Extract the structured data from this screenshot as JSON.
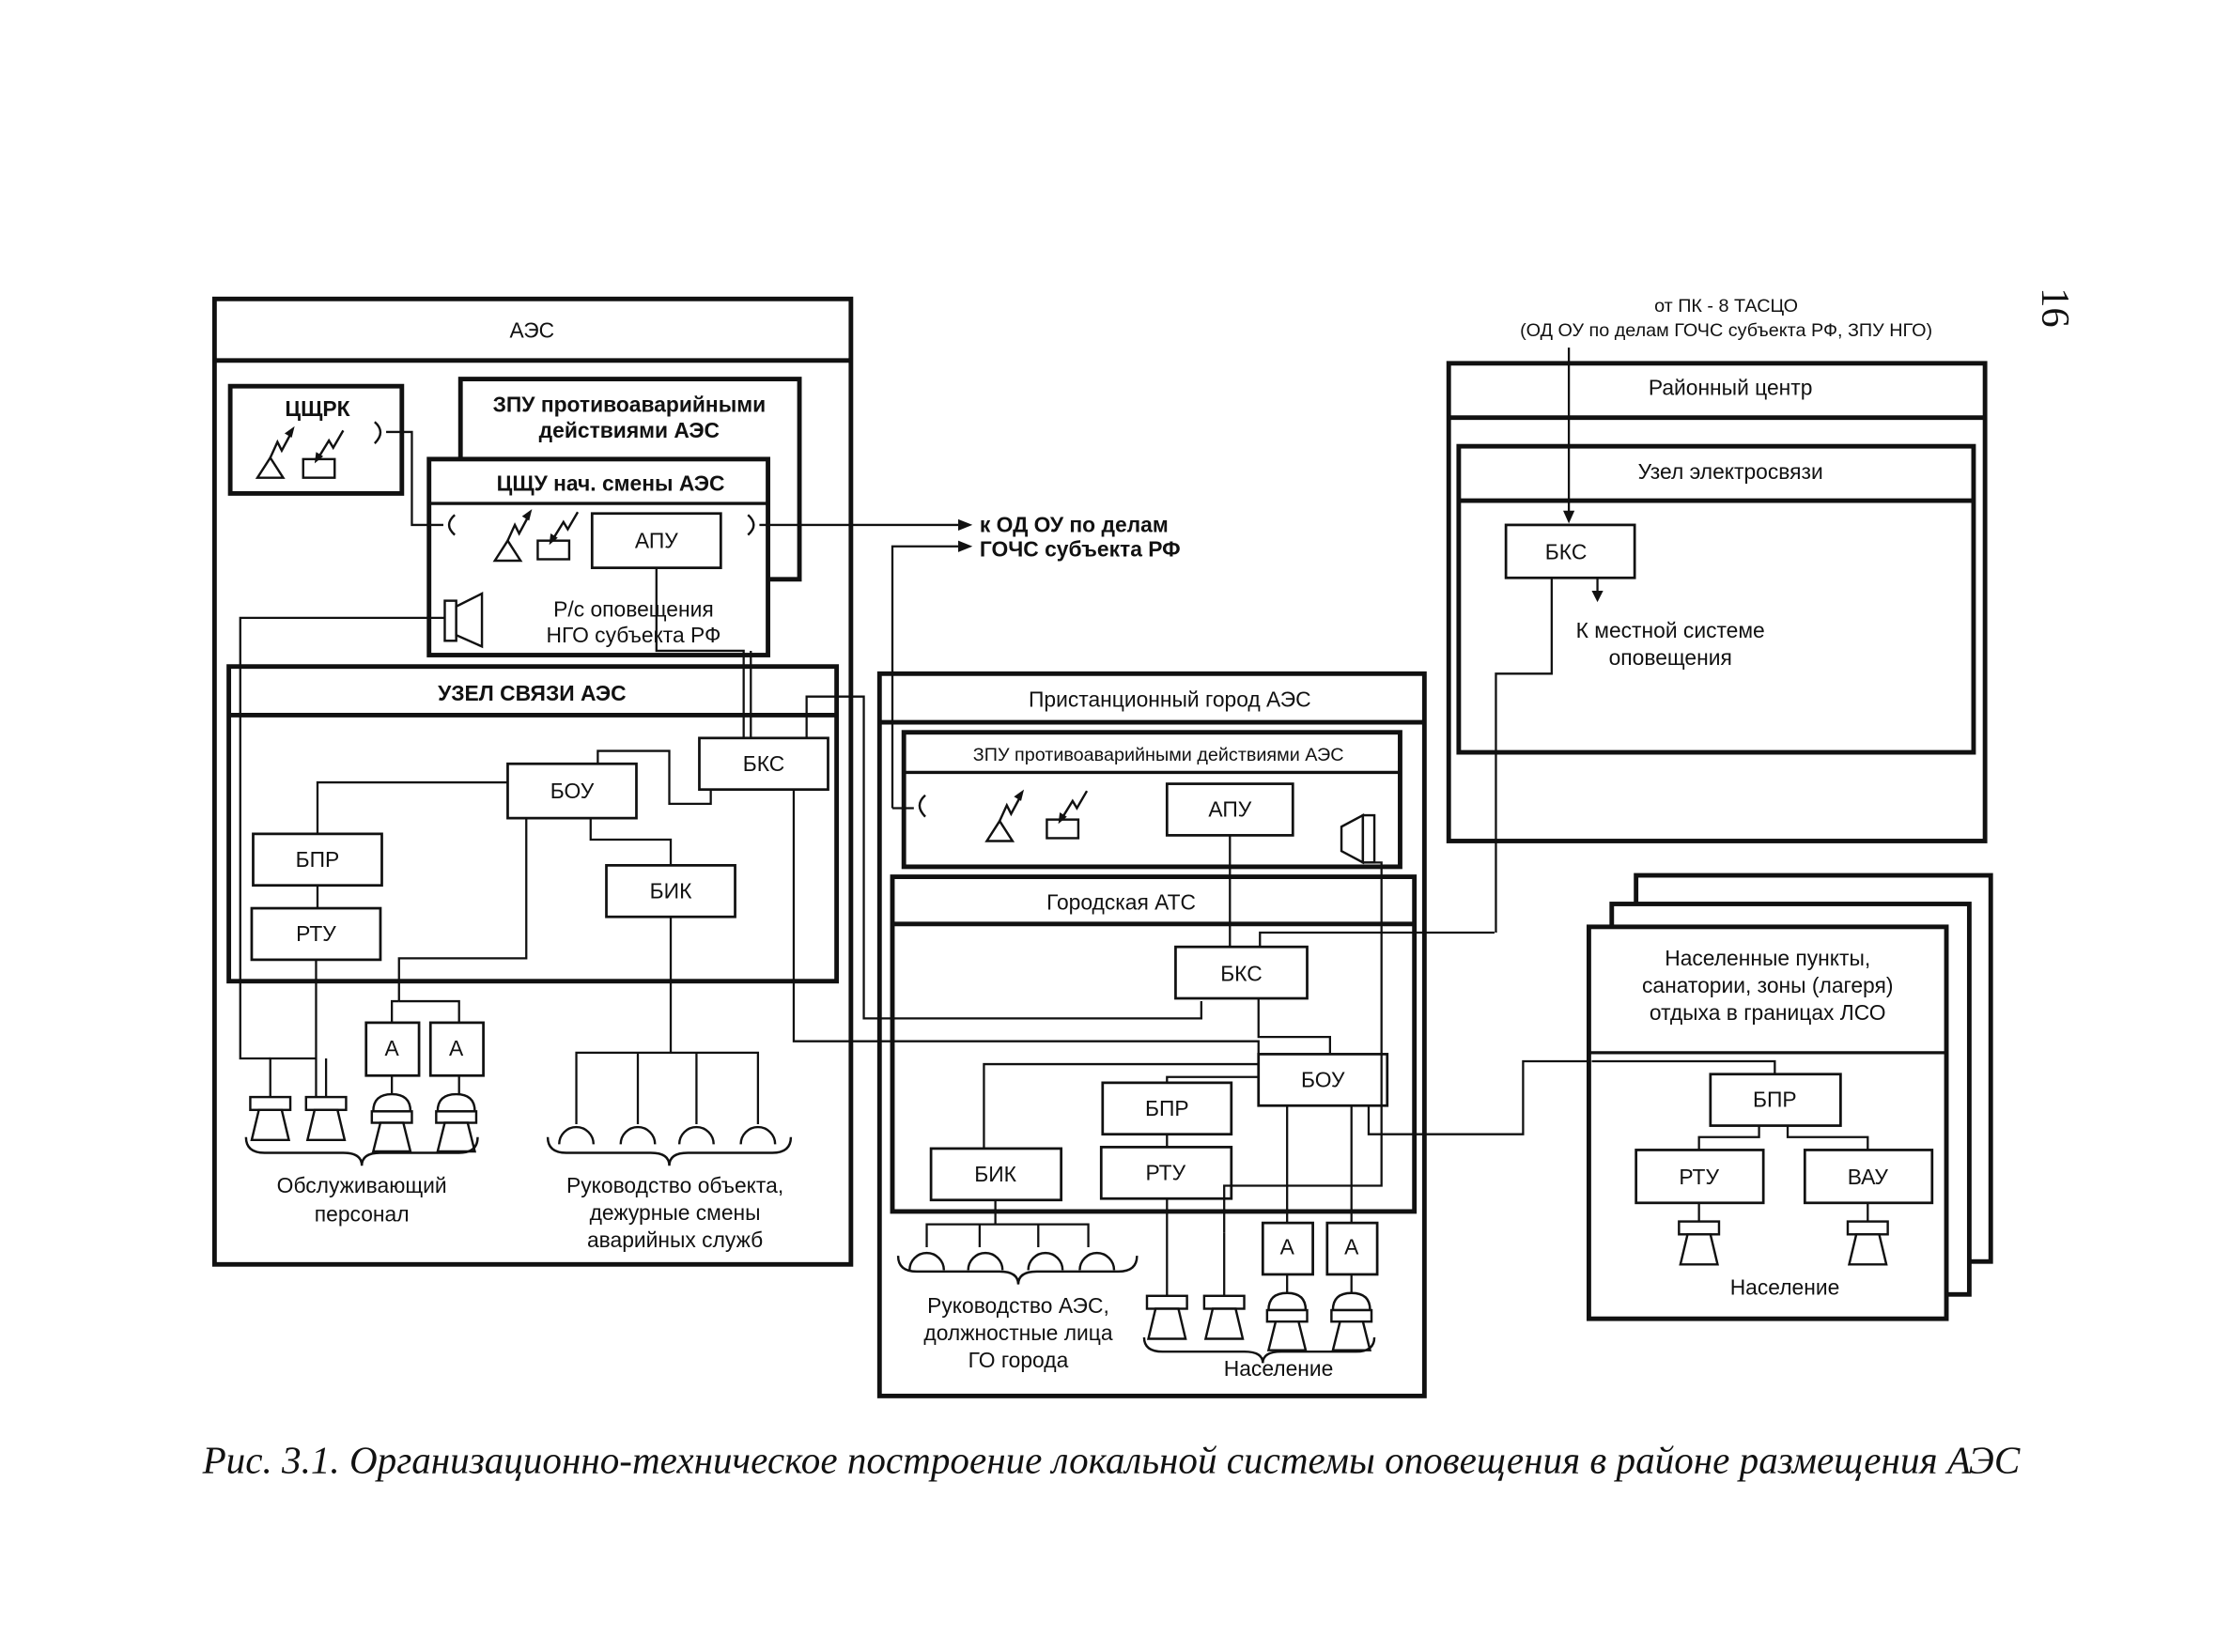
{
  "page_number": "16",
  "caption": "Рис. 3.1. Организационно-техническое построение локальной системы оповещения в районе размещения АЭС",
  "aes": {
    "title": "АЭС",
    "cshrk": {
      "title": "ЦЩРК"
    },
    "zpu": {
      "title_line1": "ЗПУ противоаварийными",
      "title_line2": "действиями АЭС"
    },
    "cshu": {
      "title": "ЦЩУ нач. смены АЭС",
      "apu": "АПУ",
      "rs_line1": "Р/с оповещения",
      "rs_line2": "НГО субъекта РФ"
    },
    "uzel": {
      "title": "УЗЕЛ  СВЯЗИ АЭС",
      "bks": "БКС",
      "bou": "БОУ",
      "bpr": "БПР",
      "rtu": "РТУ",
      "bik": "БИК"
    },
    "amp_label": "А",
    "group_staff_line1": "Обслуживающий",
    "group_staff_line2": "персонал",
    "group_mgmt_line1": "Руководство объекта,",
    "group_mgmt_line2": "дежурные смены",
    "group_mgmt_line3": "аварийных служб"
  },
  "external_link": {
    "line1": "к ОД ОУ по делам",
    "line2": "ГОЧС субъекта РФ"
  },
  "town": {
    "title": "Пристанционный город АЭС",
    "zpu": {
      "title": "ЗПУ противоаварийными  действиями АЭС",
      "apu": "АПУ"
    },
    "ats": {
      "title": "Городская АТС",
      "bks": "БКС",
      "bou": "БОУ",
      "bpr": "БПР",
      "rtu": "РТУ",
      "bik": "БИК"
    },
    "amp_label": "А",
    "group_mgmt_line1": "Руководство АЭС,",
    "group_mgmt_line2": "должностные лица",
    "group_mgmt_line3": "ГО города",
    "group_pop": "Население"
  },
  "source": {
    "line1": "от  ПК - 8 ТАСЦО",
    "line2": "(ОД ОУ по делам ГОЧС субъекта РФ, ЗПУ НГО)"
  },
  "district": {
    "title": "Районный центр",
    "node": {
      "title": "Узел электросвязи",
      "bks": "БКС"
    },
    "local_line1": "К местной системе",
    "local_line2": "оповещения"
  },
  "settlements": {
    "title_line1": "Населенные пункты,",
    "title_line2": "санатории, зоны (лагеря)",
    "title_line3": "отдыха в границах ЛСО",
    "bpr": "БПР",
    "rtu": "РТУ",
    "vau": "ВАУ",
    "pop": "Население"
  }
}
